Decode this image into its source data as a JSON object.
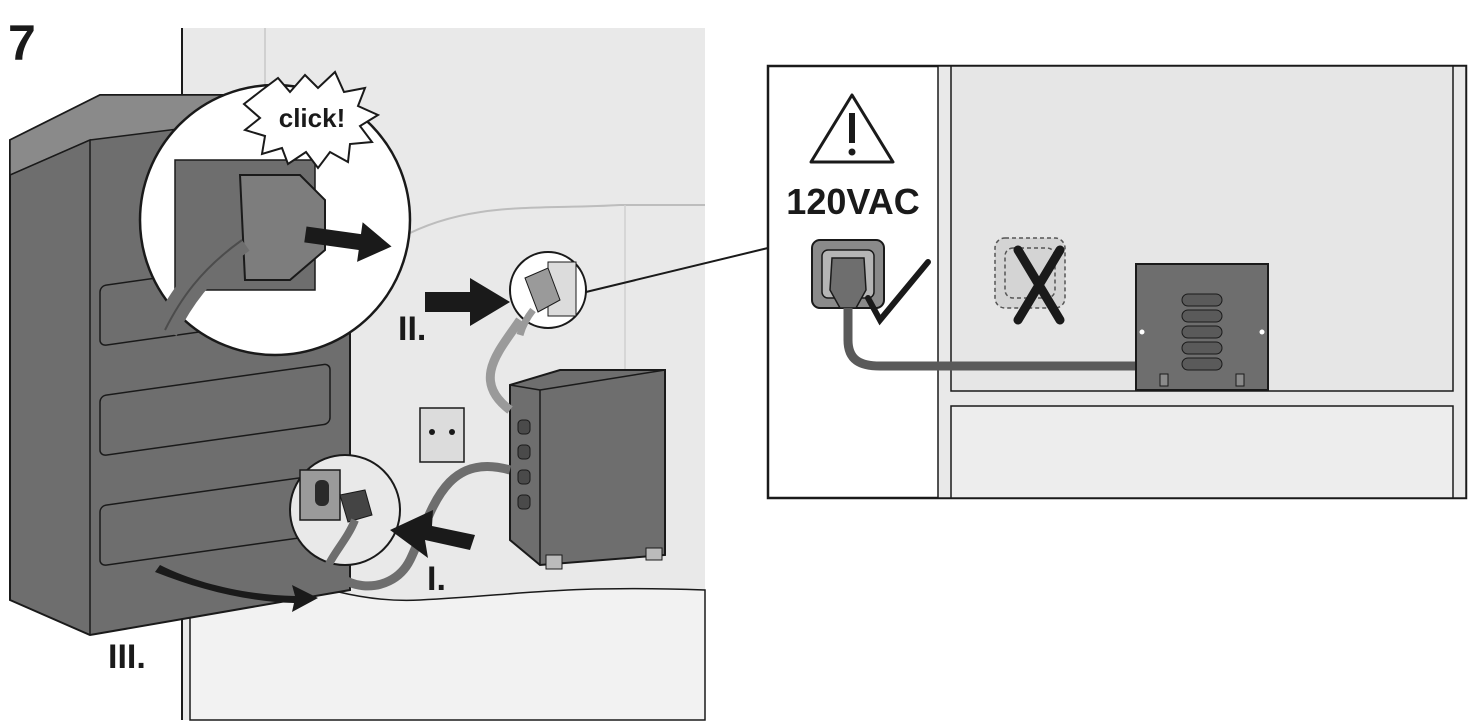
{
  "step": {
    "number": "7"
  },
  "main_scene": {
    "callout_text": "click!",
    "steps": [
      {
        "label": "I."
      },
      {
        "label": "II."
      },
      {
        "label": "III."
      }
    ]
  },
  "detail_panel": {
    "warning_icon": "warning-triangle-icon",
    "voltage": "120VAC",
    "correct_icon": "checkmark-icon",
    "incorrect_icon": "cross-icon"
  },
  "colors": {
    "line": "#1a1a1a",
    "appliance_dark": "#6e6e6e",
    "wall_light": "#e6e6e6",
    "floor": "#ededed"
  }
}
